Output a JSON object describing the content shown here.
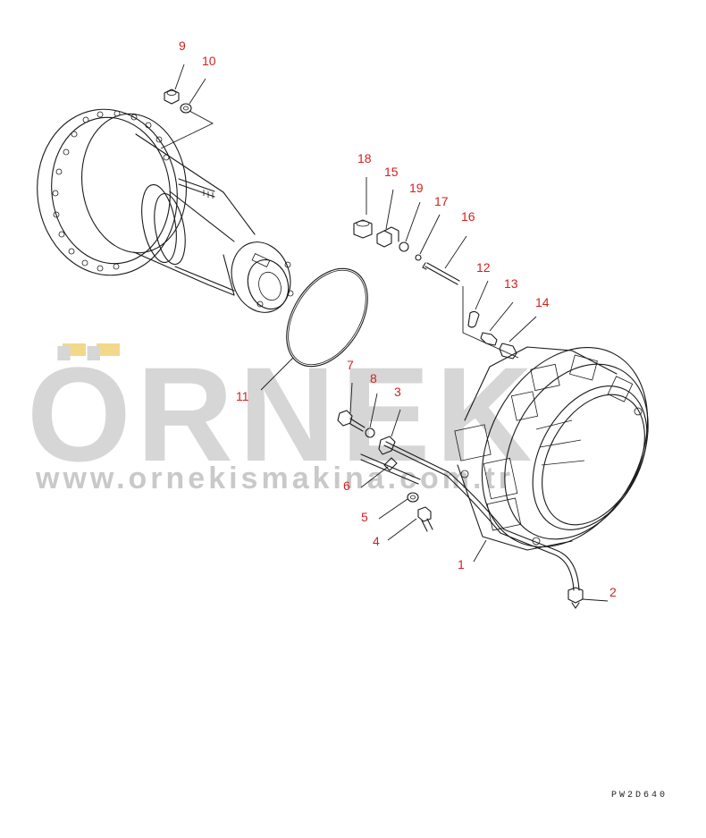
{
  "watermark": {
    "brand": "ÖRNEK",
    "url": "www.ornekismakina.com.tr"
  },
  "drawing_code": "PW2D640",
  "callouts": [
    {
      "id": "1",
      "label": "1"
    },
    {
      "id": "2",
      "label": "2"
    },
    {
      "id": "3",
      "label": "3"
    },
    {
      "id": "4",
      "label": "4"
    },
    {
      "id": "5",
      "label": "5"
    },
    {
      "id": "6",
      "label": "6"
    },
    {
      "id": "7",
      "label": "7"
    },
    {
      "id": "8",
      "label": "8"
    },
    {
      "id": "9",
      "label": "9"
    },
    {
      "id": "10",
      "label": "10"
    },
    {
      "id": "11",
      "label": "11"
    },
    {
      "id": "12",
      "label": "12"
    },
    {
      "id": "13",
      "label": "13"
    },
    {
      "id": "14",
      "label": "14"
    },
    {
      "id": "15",
      "label": "15"
    },
    {
      "id": "16",
      "label": "16"
    },
    {
      "id": "17",
      "label": "17"
    },
    {
      "id": "18",
      "label": "18"
    },
    {
      "id": "19",
      "label": "19"
    }
  ],
  "colors": {
    "callout": "#d42020",
    "line": "#1a1a1a",
    "watermark": "#d6d6d6",
    "watermark_accent": "#f2d98a"
  }
}
